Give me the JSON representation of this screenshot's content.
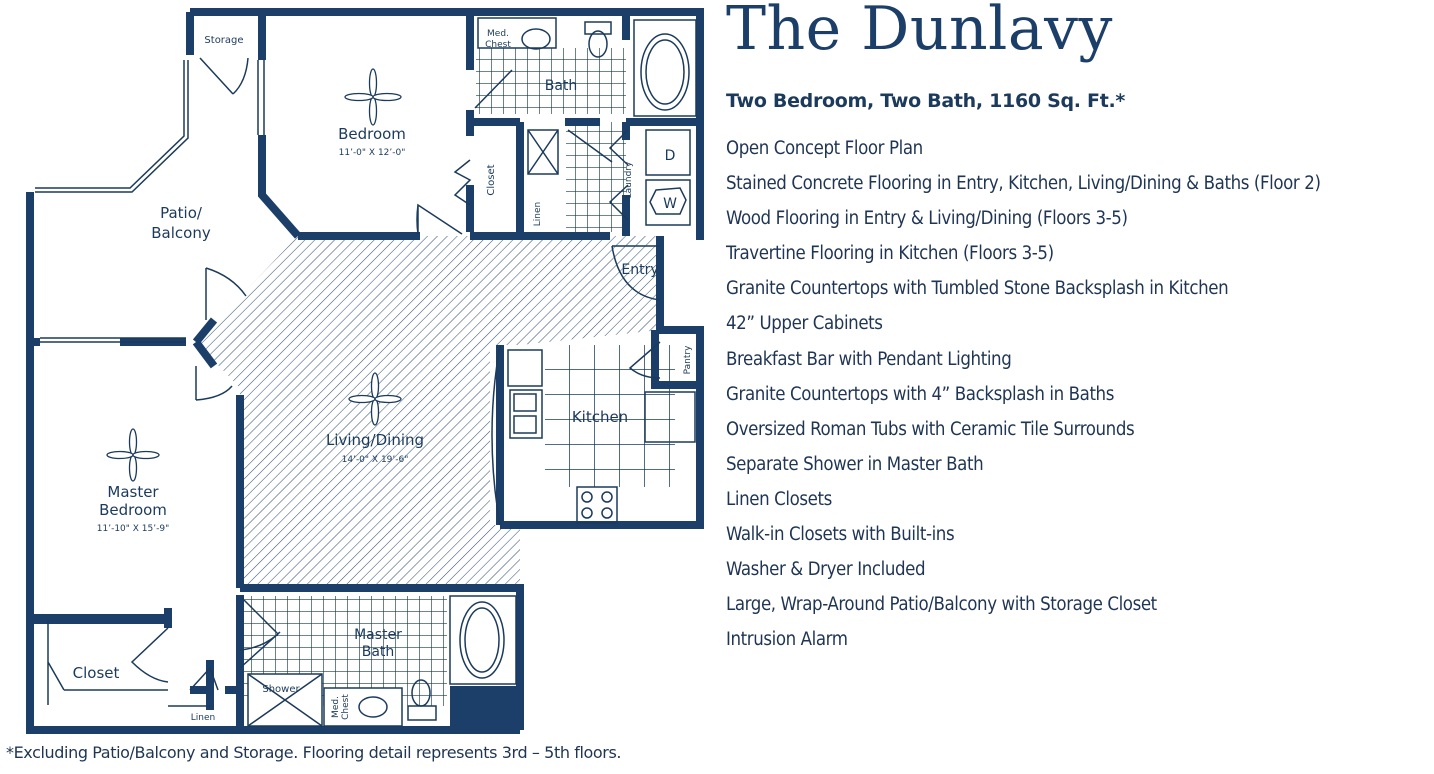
{
  "header": {
    "title": "The Dunlavy",
    "subtitle": "Two Bedroom, Two Bath, 1160 Sq. Ft.*"
  },
  "features": [
    "Open Concept Floor Plan",
    "Stained Concrete Flooring in Entry, Kitchen, Living/Dining & Baths (Floor 2)",
    "Wood Flooring in Entry & Living/Dining (Floors 3-5)",
    "Travertine Flooring in Kitchen (Floors 3-5)",
    "Granite Countertops with Tumbled Stone Backsplash in Kitchen",
    "42” Upper Cabinets",
    "Breakfast Bar with Pendant Lighting",
    "Granite Countertops with 4” Backsplash in Baths",
    "Oversized Roman Tubs with Ceramic Tile Surrounds",
    "Separate Shower in Master Bath",
    "Linen Closets",
    "Walk-in Closets with Built-ins",
    "Washer & Dryer Included",
    "Large, Wrap-Around Patio/Balcony with Storage Closet",
    "Intrusion Alarm"
  ],
  "footnote": "*Excluding Patio/Balcony and Storage.  Flooring detail represents 3rd – 5th floors.",
  "floorplan": {
    "rooms": {
      "storage": "Storage",
      "bedroom": {
        "name": "Bedroom",
        "dims": "11’-0\" X 12’-0\""
      },
      "bath": "Bath",
      "med_chest_top": [
        "Med.",
        "Chest"
      ],
      "closet_top": "Closet",
      "linen_top": "Linen",
      "laundry": "Laundry",
      "dryer": "D",
      "washer": "W",
      "patio": [
        "Patio/",
        "Balcony"
      ],
      "entry": "Entry",
      "pantry": "Pantry",
      "kitchen": "Kitchen",
      "living": {
        "name": "Living/Dining",
        "dims": "14’-0\" X 19’-6\""
      },
      "master_bedroom": {
        "name": [
          "Master",
          "Bedroom"
        ],
        "dims": "11’-10\" X 15’-9\""
      },
      "closet_master": "Closet",
      "linen_master": "Linen",
      "shower": "Shower",
      "master_bath": [
        "Master",
        "Bath"
      ],
      "med_chest_master": [
        "Med.",
        "Chest"
      ]
    },
    "colors": {
      "wall": "#1b3f68",
      "line": "#1b3a5c",
      "hatch": "#2a4a6e"
    }
  }
}
